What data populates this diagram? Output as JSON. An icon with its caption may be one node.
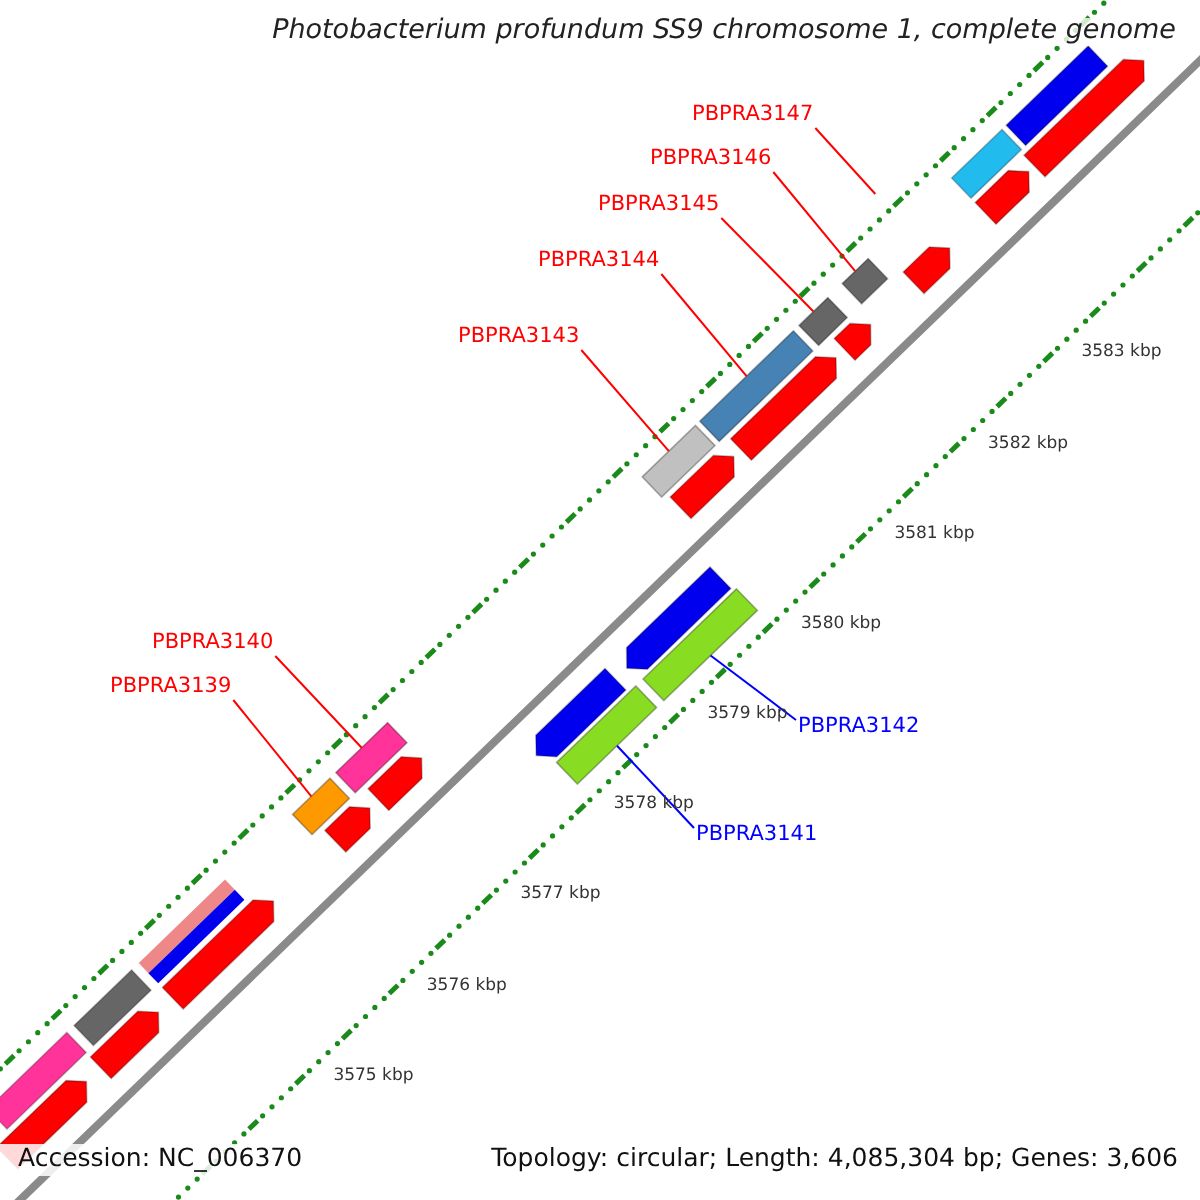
{
  "diagram": {
    "title": "Photobacterium profundum SS9 chromosome 1, complete genome",
    "nodes": [
      {
        "text": [
          "PBPRA3147"
        ]
      },
      {
        "text": [
          "PBPRA3146"
        ]
      },
      {
        "text": [],
        "shape": "bar"
      },
      {
        "text": [
          "PBPRA3145"
        ]
      },
      {
        "text": [],
        "shape": "bar"
      },
      {
        "text": [
          "PBPRA3144"
        ]
      },
      {
        "text": [],
        "shape": "bar"
      },
      {
        "text": [
          "PBPRA3143"
        ]
      },
      {
        "text": [],
        "shape": "bar"
      },
      {
        "text": [
          "PBPRA3140"
        ]
      },
      {
        "text": [],
        "shape": "bar"
      },
      {
        "text": [
          "PBPRA3139"
        ]
      },
      {
        "text": [],
        "shape": "bar"
      },
      {
        "text": [
          "PBPRA3142"
        ]
      },
      {
        "text": [],
        "shape": "bar"
      },
      {
        "text": [
          "PBPRA3141"
        ]
      },
      {
        "text": [],
        "shape": "bar"
      }
    ],
    "edges": [
      {
        "from": 0,
        "to": null,
        "arrow": "none",
        "color": "#ff0000"
      },
      {
        "from": 1,
        "to": 2,
        "arrow": "none",
        "color": "#ff0000"
      },
      {
        "from": 3,
        "to": 4,
        "arrow": "none",
        "color": "#ff0000"
      },
      {
        "from": 5,
        "to": 6,
        "arrow": "none",
        "color": "#ff0000"
      },
      {
        "from": 7,
        "to": 8,
        "arrow": "none",
        "color": "#ff0000"
      },
      {
        "from": 9,
        "to": 10,
        "arrow": "none",
        "color": "#ff0000"
      },
      {
        "from": 11,
        "to": 12,
        "arrow": "none",
        "color": "#ff0000"
      },
      {
        "from": 13,
        "to": 14,
        "arrow": "none",
        "color": "#0000ff"
      },
      {
        "from": 15,
        "to": 16,
        "arrow": "none",
        "color": "#0000ff"
      }
    ],
    "labels": [
      "3583 kbp",
      "3582 kbp",
      "3581 kbp",
      "3580 kbp",
      "3579 kbp",
      "3578 kbp",
      "3577 kbp",
      "3576 kbp",
      "3575 kbp",
      "Accession: NC_006370",
      "Topology: circular; Length: 4,085,304 bp; Genes: 3,606"
    ]
  }
}
